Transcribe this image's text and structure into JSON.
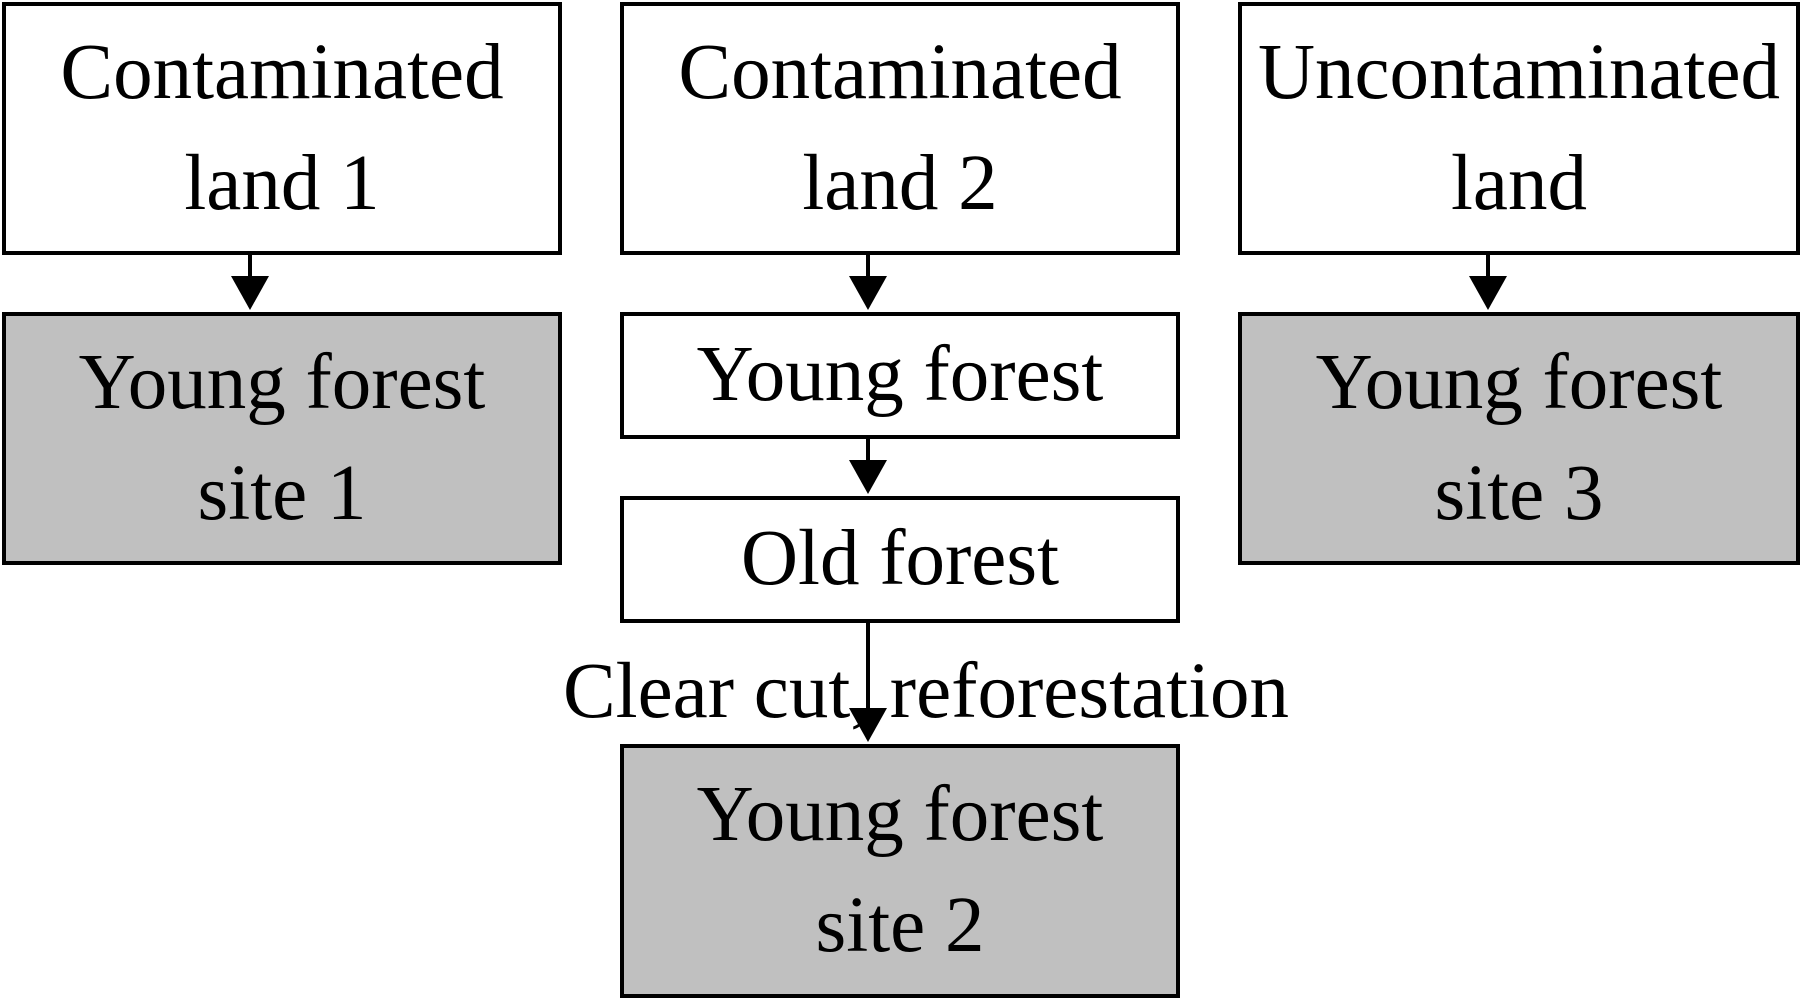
{
  "nodes": {
    "contaminated_land_1": {
      "line1": "Contaminated",
      "line2": "land 1"
    },
    "contaminated_land_2": {
      "line1": "Contaminated",
      "line2": "land 2"
    },
    "uncontaminated_land": {
      "line1": "Uncontaminated",
      "line2": "land"
    },
    "young_forest_site_1": {
      "line1": "Young forest",
      "line2": "site 1"
    },
    "young_forest": {
      "line1": "Young forest"
    },
    "young_forest_site_3": {
      "line1": "Young forest",
      "line2": "site 3"
    },
    "old_forest": {
      "line1": "Old forest"
    },
    "young_forest_site_2": {
      "line1": "Young forest",
      "line2": "site 2"
    }
  },
  "edges": {
    "old_to_site2_label": "Clear cut, reforestation"
  },
  "colors": {
    "stroke": "#000000",
    "site_fill": "#c0c0c0",
    "plain_fill": "#ffffff"
  }
}
